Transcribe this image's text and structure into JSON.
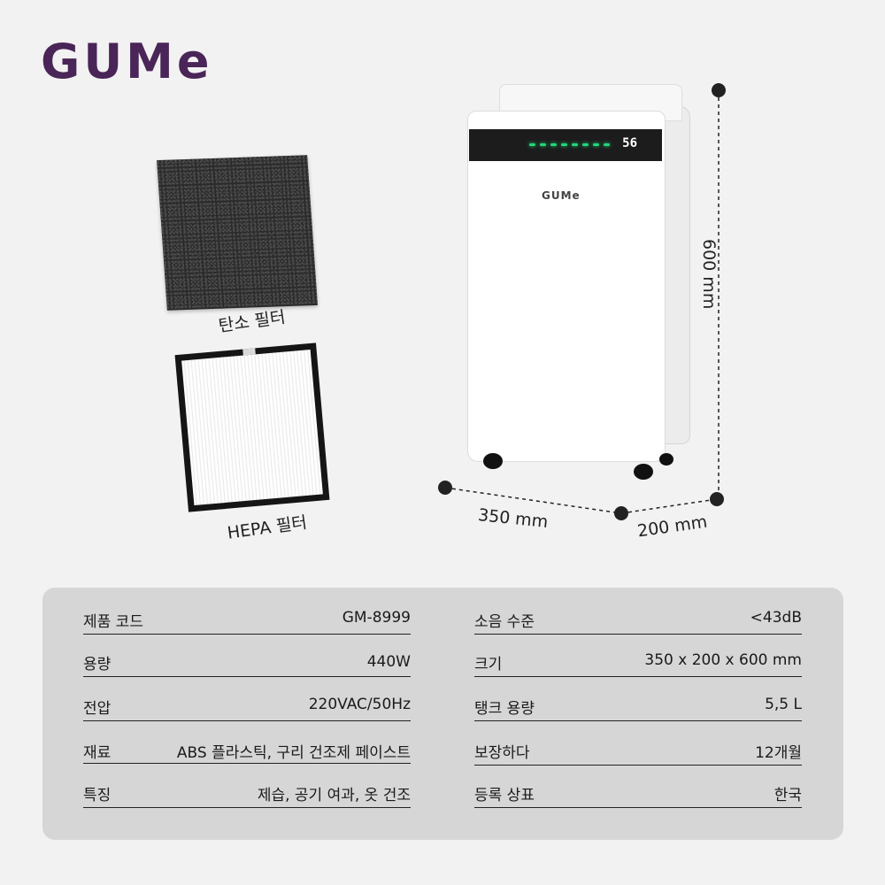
{
  "brand": {
    "logo": "GUMe"
  },
  "filters": [
    {
      "label": "탄소 필터"
    },
    {
      "label": "HEPA 필터"
    }
  ],
  "unit": {
    "display": "56",
    "logo": "GUMe"
  },
  "dimensions": {
    "height": "600 mm",
    "width": "350 mm",
    "depth": "200 mm"
  },
  "specs": {
    "left": [
      {
        "label": "제품 코드",
        "value": "GM-8999"
      },
      {
        "label": "용량",
        "value": "440W"
      },
      {
        "label": "전압",
        "value": "220VAC/50Hz"
      },
      {
        "label": "재료",
        "value": "ABS 플라스틱, 구리 건조제 페이스트"
      },
      {
        "label": "특징",
        "value": "제습, 공기 여과, 옷 건조"
      }
    ],
    "right": [
      {
        "label": "소음 수준",
        "value": "<43dB"
      },
      {
        "label": "크기",
        "value": "350 x 200 x 600 mm"
      },
      {
        "label": "탱크 용량",
        "value": "5,5 L"
      },
      {
        "label": "보장하다",
        "value": "12개월"
      },
      {
        "label": "등록 상표",
        "value": "한국"
      }
    ]
  },
  "colors": {
    "brand": "#4a2557",
    "panel": "#d6d6d6",
    "led": "#22d67a"
  }
}
